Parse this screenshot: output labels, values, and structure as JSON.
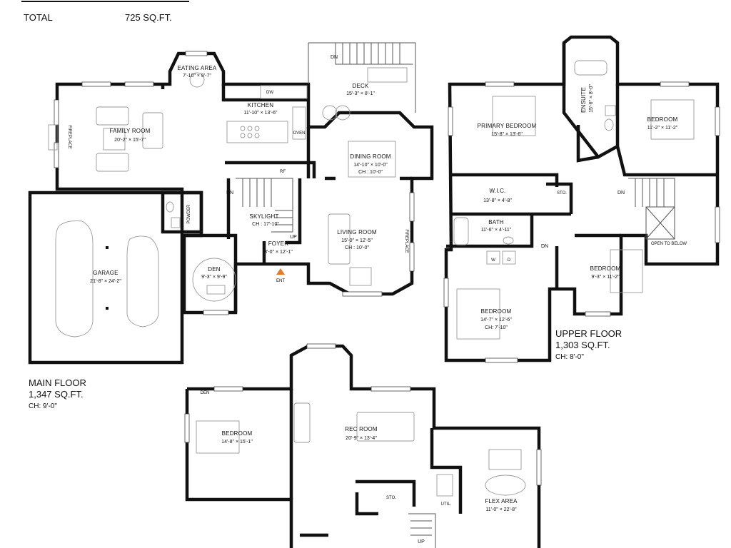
{
  "header": {
    "total_label": "TOTAL",
    "total_value": "725 SQ.FT."
  },
  "floors": {
    "main": {
      "name": "MAIN FLOOR",
      "area": "1,347 SQ.FT.",
      "ceiling": "CH: 9'-0\""
    },
    "upper": {
      "name": "UPPER FLOOR",
      "area": "1,303 SQ.FT.",
      "ceiling": "CH: 8'-0\""
    }
  },
  "rooms": {
    "eating_area": {
      "name": "EATING AREA",
      "dims": "7'-10\" × 8'-7\""
    },
    "kitchen": {
      "name": "KITCHEN",
      "dims": "11'-10\" × 13'-6\""
    },
    "family_room": {
      "name": "FAMILY ROOM",
      "dims": "20'-2\" × 15'-7\""
    },
    "deck": {
      "name": "DECK",
      "dims": "15'-3\" × 8'-1\""
    },
    "dining_room": {
      "name": "DINING ROOM",
      "dims": "14'-10\" × 10'-0\"",
      "ceiling": "CH : 10'-0\""
    },
    "living_room": {
      "name": "LIVING ROOM",
      "dims": "15'-0\" × 12'-5\"",
      "ceiling": "CH : 10'-0\""
    },
    "skylight": {
      "name": "SKYLIGHT",
      "ceiling": "CH : 17'-10\""
    },
    "foyer": {
      "name": "FOYER",
      "dims": "8'-0\" × 12'-1\""
    },
    "den": {
      "name": "DEN",
      "dims": "9'-3\" × 9'-9\""
    },
    "garage": {
      "name": "GARAGE",
      "dims": "21'-8\" × 24'-2\""
    },
    "powder": {
      "name": "POWDER"
    },
    "primary_bedroom": {
      "name": "PRIMARY BEDROOM",
      "dims": "15'-8\" × 13'-6\""
    },
    "ensuite": {
      "name": "ENSUITE",
      "dims": "15'-6\" × 8'-0\""
    },
    "bedroom_ur": {
      "name": "BEDROOM",
      "dims": "11'-2\" × 11'-2\""
    },
    "wic": {
      "name": "W.I.C.",
      "dims": "13'-8\" × 4'-8\""
    },
    "sto_upper": {
      "name": "STO."
    },
    "bath": {
      "name": "BATH",
      "dims": "11'-6\" × 4'-11\""
    },
    "bedroom_small": {
      "name": "BEDROOM",
      "dims": "9'-3\" × 11'-2\""
    },
    "bedroom_upper": {
      "name": "BEDROOM",
      "dims": "14'-7\" × 12'-6\"",
      "ceiling": "CH: 7'-10\""
    },
    "open_below": {
      "name": "OPEN TO BELOW"
    },
    "bedroom_lower": {
      "name": "BEDROOM",
      "dims": "14'-8\" × 15'-1\""
    },
    "rec_room": {
      "name": "REC ROOM",
      "dims": "20'-9\" × 13'-4\""
    },
    "sto_lower": {
      "name": "STO."
    },
    "util": {
      "name": "UTIL."
    },
    "flex_area": {
      "name": "FLEX AREA",
      "dims": "11'-0\" × 22'-8\""
    }
  },
  "labels": {
    "dw": "DW",
    "oven": "OVEN",
    "rf": "RF",
    "fireplace": "FIREPLACE",
    "dn": "DN",
    "up": "UP",
    "ent": "ENT",
    "den_door": "DEN",
    "w": "W",
    "d": "D"
  }
}
